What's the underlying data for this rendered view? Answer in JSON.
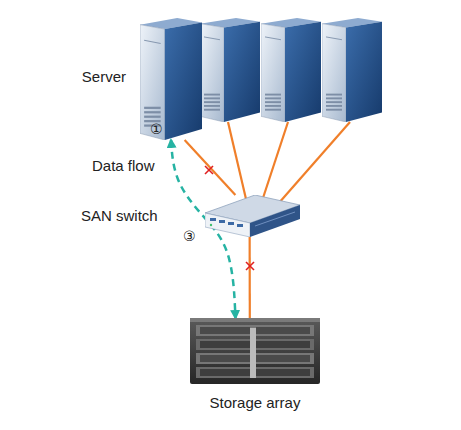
{
  "diagram": {
    "nodes": [
      {
        "text": [
          "Server"
        ]
      },
      {
        "text": [
          "SAN switch"
        ]
      },
      {
        "text": [
          "Storage array"
        ]
      }
    ],
    "edges": [
      {
        "from": 0,
        "to": 1,
        "arrow": "none"
      },
      {
        "from": 1,
        "to": 2,
        "arrow": "none"
      },
      {
        "from": 0,
        "to": 2,
        "arrow": "both",
        "label": "Data flow"
      }
    ],
    "labels": [
      "①",
      "③"
    ]
  }
}
